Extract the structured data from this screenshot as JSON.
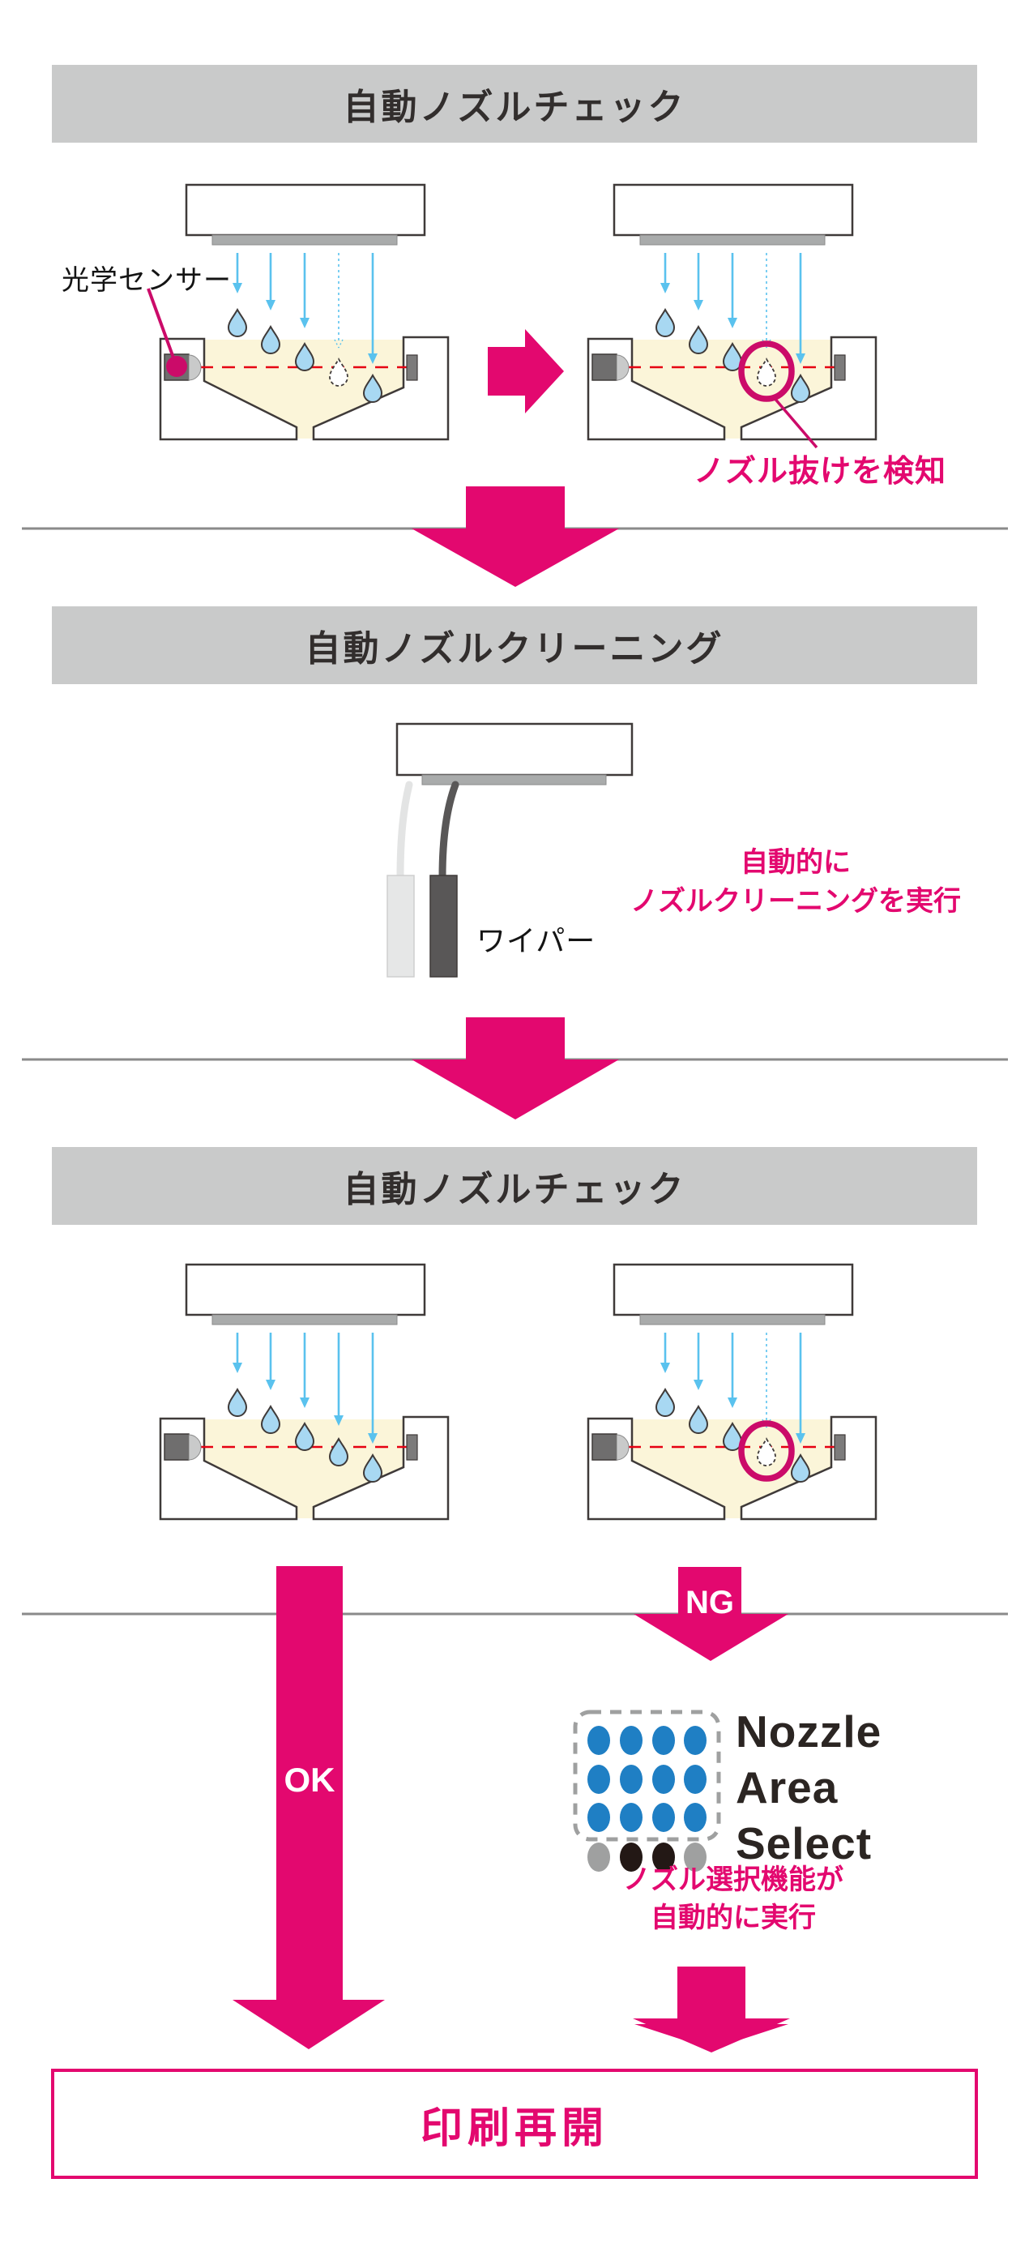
{
  "flow": {
    "sections": [
      {
        "id": "check1",
        "title": "自動ノズルチェック"
      },
      {
        "id": "cleaning",
        "title": "自動ノズルクリーニング"
      },
      {
        "id": "check2",
        "title": "自動ノズルチェック"
      }
    ],
    "annotations": {
      "optical_sensor": "光学センサー",
      "nozzle_missing": "ノズル抜けを検知",
      "wiper": "ワイパー",
      "auto_clean_l1": "自動的に",
      "auto_clean_l2": "ノズルクリーニングを実行",
      "ok": "OK",
      "ng": "NG",
      "nozzle_select_l1": "ノズル選択機能が",
      "nozzle_select_l2": "自動的に実行",
      "resume": "印刷再開"
    },
    "logo": {
      "l1": "Nozzle",
      "l2": "Area",
      "l3": "Select"
    },
    "colors": {
      "accent_magenta": "#e3086f",
      "sensor_magenta": "#cb0b69",
      "header_gray": "#c9caca",
      "divider_gray": "#8a8a8a",
      "ink_arrow_blue": "#5ac2ee",
      "droplet_blue": "#a8d8f2",
      "beam_red": "#e60012",
      "tray_cream": "#fbf5d9",
      "outline_dark": "#3f3a39",
      "logo_blue": "#1f7fc4",
      "logo_gray": "#9fa0a0",
      "logo_black": "#231815"
    }
  }
}
